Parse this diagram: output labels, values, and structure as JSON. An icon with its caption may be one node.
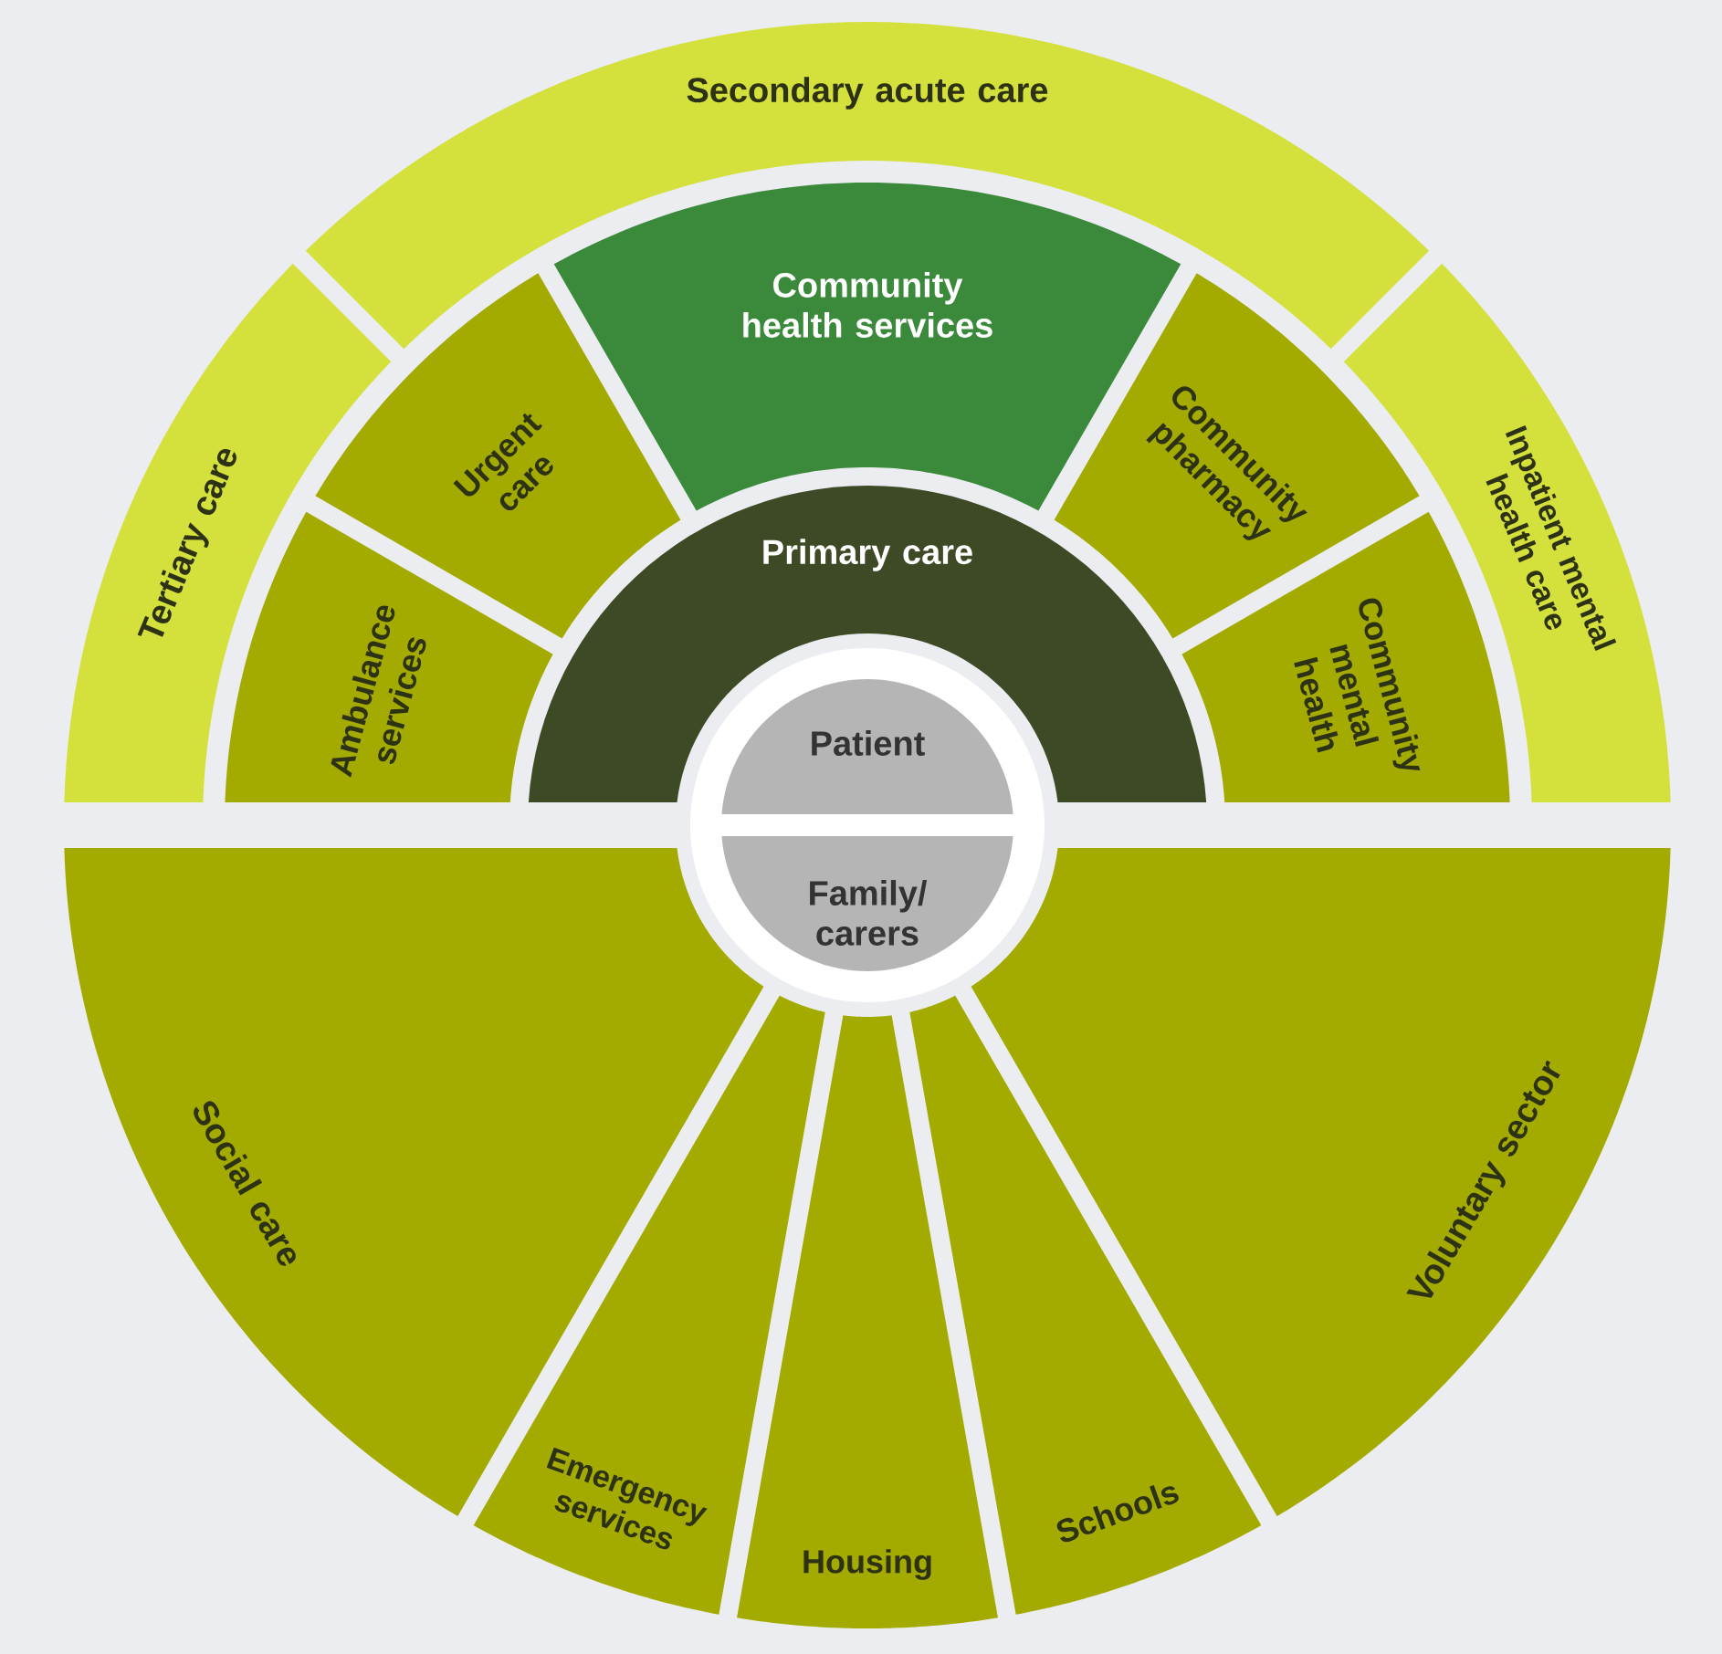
{
  "diagram": {
    "nodes": [
      {
        "text": [
          "Secondary acute care"
        ]
      },
      {
        "text": [
          "Tertiary care"
        ]
      },
      {
        "text": [
          "Inpatient mental health care"
        ]
      },
      {
        "text": [
          "Ambulance services"
        ]
      },
      {
        "text": [
          "Urgent care"
        ]
      },
      {
        "text": [
          "Community health services"
        ]
      },
      {
        "text": [
          "Community pharmacy"
        ]
      },
      {
        "text": [
          "Community mental health"
        ]
      },
      {
        "text": [
          "Primary care"
        ]
      },
      {
        "text": [
          "Patient"
        ]
      },
      {
        "text": [
          "Family/ carers"
        ]
      },
      {
        "text": [
          "Social care"
        ]
      },
      {
        "text": [
          "Emergency services"
        ]
      },
      {
        "text": [
          "Housing"
        ]
      },
      {
        "text": [
          "Schools"
        ]
      },
      {
        "text": [
          "Voluntary sector"
        ]
      }
    ]
  }
}
